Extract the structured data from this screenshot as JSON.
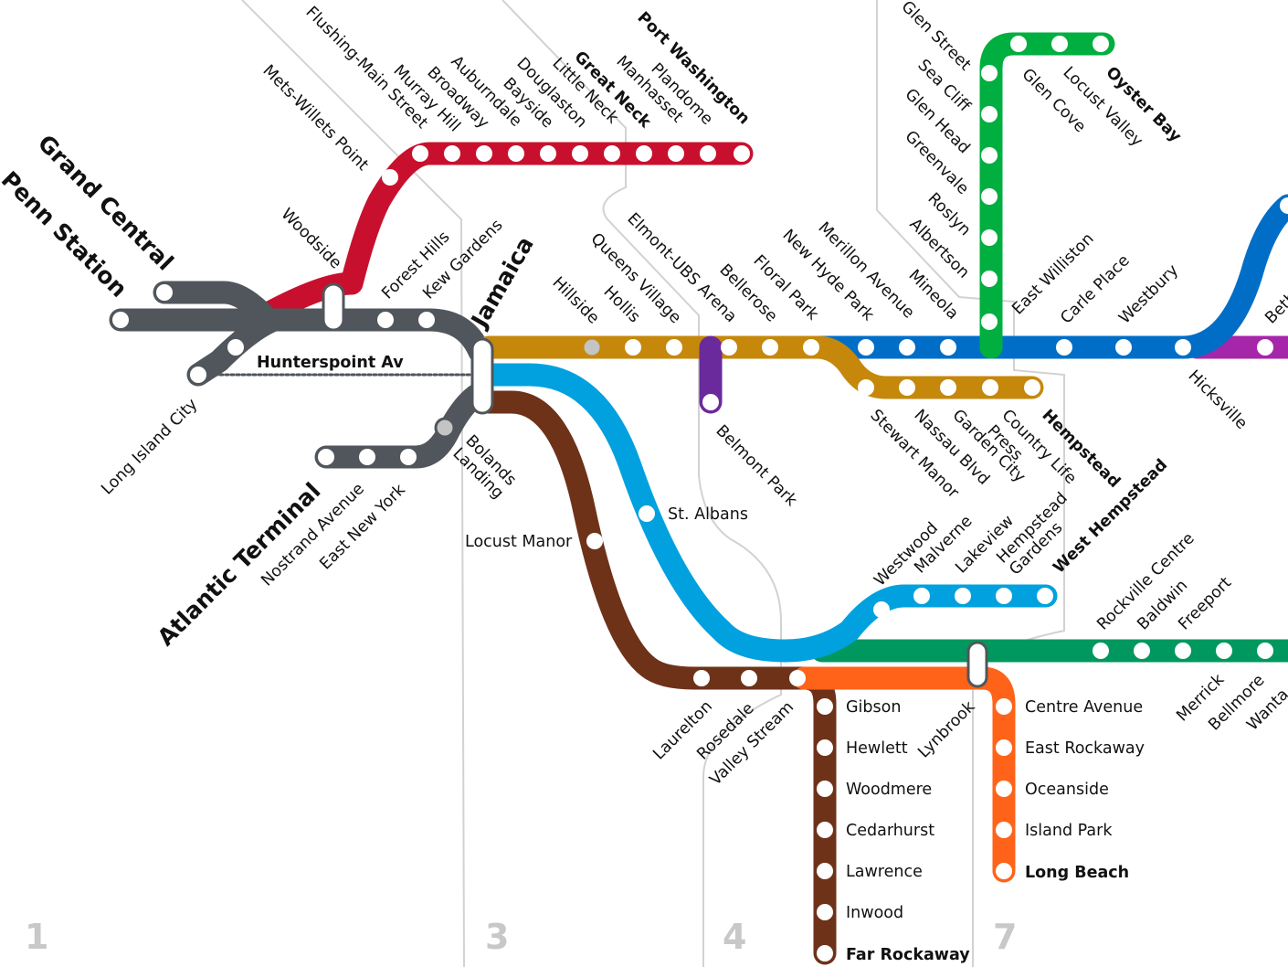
{
  "lines": {
    "main": {
      "color": "#50565b"
    },
    "port_washington": {
      "color": "#c8102e"
    },
    "hempstead": {
      "color": "#c5880b"
    },
    "belmont": {
      "color": "#6a2a9c"
    },
    "west_hempstead": {
      "color": "#00a1de"
    },
    "far_rockaway": {
      "color": "#6e3219"
    },
    "long_beach": {
      "color": "#ff6319"
    },
    "babylon": {
      "color": "#00985f"
    },
    "oyster_bay": {
      "color": "#00af3f"
    },
    "ronkonkoma": {
      "color": "#006ec7"
    },
    "port_jefferson": {
      "color": "#a626aa"
    }
  },
  "zones": [
    "1",
    "3",
    "4",
    "7"
  ],
  "stations": {
    "penn": "Penn Station",
    "grand_central": "Grand Central",
    "atlantic": "Atlantic Terminal",
    "jamaica": "Jamaica",
    "hunterspoint": "Hunterspoint Av",
    "lic": "Long Island City",
    "nostrand": "Nostrand Avenue",
    "eny": "East New York",
    "bolands": "Bolands",
    "landing": "Landing",
    "woodside": "Woodside",
    "forest_hills": "Forest Hills",
    "kew_gardens": "Kew Gardens",
    "mets": "Mets-Willets Point",
    "flushing": "Flushing-Main Street",
    "murray_hill": "Murray Hill",
    "broadway": "Broadway",
    "auburndale": "Auburndale",
    "bayside": "Bayside",
    "douglaston": "Douglaston",
    "little_neck": "Little Neck",
    "great_neck": "Great Neck",
    "manhasset": "Manhasset",
    "plandome": "Plandome",
    "port_washington": "Port Washington",
    "hillside": "Hillside",
    "hollis": "Hollis",
    "queens_village": "Queens Village",
    "elmont": "Elmont-UBS Arena",
    "bellerose": "Bellerose",
    "floral_park": "Floral Park",
    "new_hyde_park": "New Hyde Park",
    "merillon": "Merillon Avenue",
    "mineola": "Mineola",
    "east_williston": "East Williston",
    "carle_place": "Carle Place",
    "westbury": "Westbury",
    "hicksville": "Hicksville",
    "beth": "Beth",
    "belmont_park": "Belmont Park",
    "stewart_manor": "Stewart Manor",
    "nassau_blvd": "Nassau Blvd",
    "garden_city": "Garden City",
    "country_life_1": "Country Life",
    "country_life_2": "Press",
    "hempstead": "Hempstead",
    "albertson": "Albertson",
    "roslyn": "Roslyn",
    "greenvale": "Greenvale",
    "glen_head": "Glen Head",
    "sea_cliff": "Sea Cliff",
    "glen_street": "Glen Street",
    "glen_cove": "Glen Cove",
    "locust_valley": "Locust Valley",
    "oyster_bay": "Oyster Bay",
    "st_albans": "St. Albans",
    "westwood": "Westwood",
    "malverne": "Malverne",
    "lakeview": "Lakeview",
    "hempstead_gardens_1": "Hempstead",
    "hempstead_gardens_2": "Gardens",
    "west_hempstead": "West Hempstead",
    "locust_manor": "Locust Manor",
    "laurelton": "Laurelton",
    "rosedale": "Rosedale",
    "valley_stream": "Valley Stream",
    "gibson": "Gibson",
    "hewlett": "Hewlett",
    "woodmere": "Woodmere",
    "cedarhurst": "Cedarhurst",
    "lawrence": "Lawrence",
    "inwood": "Inwood",
    "far_rockaway": "Far Rockaway",
    "lynbrook": "Lynbrook",
    "centre_avenue": "Centre Avenue",
    "east_rockaway": "East Rockaway",
    "oceanside": "Oceanside",
    "island_park": "Island Park",
    "long_beach": "Long Beach",
    "rockville_centre": "Rockville Centre",
    "baldwin": "Baldwin",
    "freeport": "Freeport",
    "merrick": "Merrick",
    "bellmore": "Bellmore",
    "wanta": "Wanta"
  }
}
